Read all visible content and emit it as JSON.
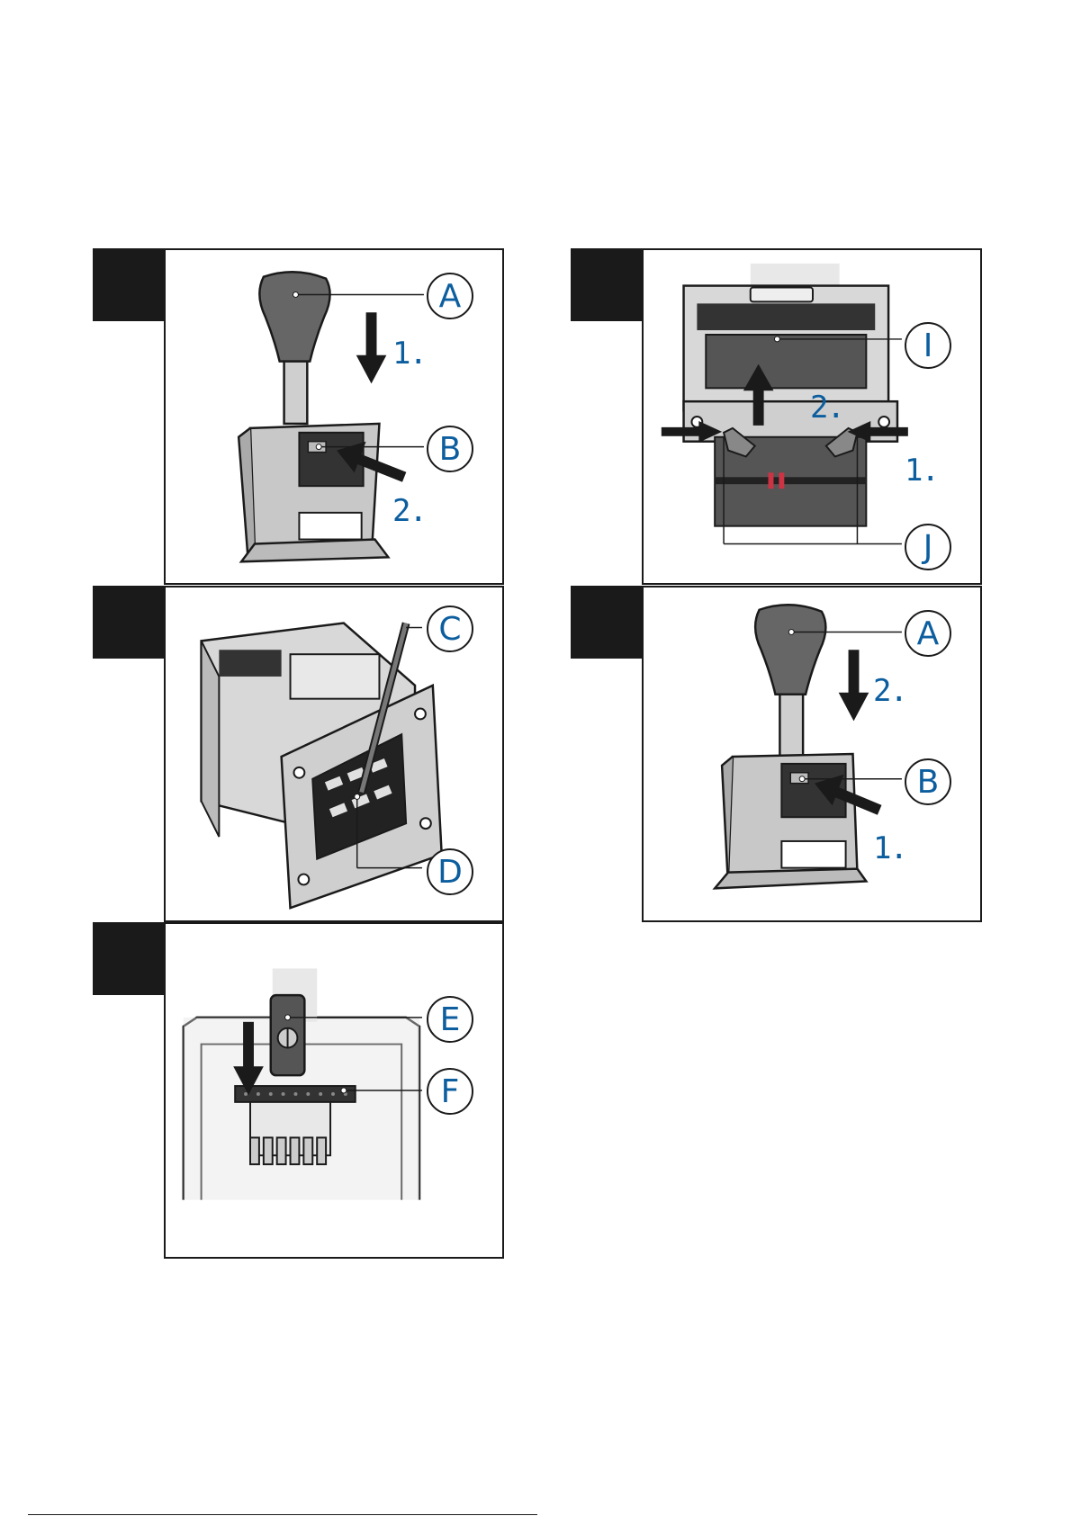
{
  "colors": {
    "step_blue": "#0c5e9f",
    "ink": "#1a1a1a",
    "grey_body": "#c8c8c8",
    "dark_grey": "#555555"
  },
  "callouts": {
    "a": "A",
    "b": "B",
    "c": "C",
    "d": "D",
    "e": "E",
    "f": "F",
    "i": "I",
    "j": "J"
  },
  "steps": {
    "p1_s1": "1.",
    "p1_s2": "2.",
    "p4_s1": "1.",
    "p4_s2": "2.",
    "p5_s1": "1.",
    "p5_s2": "2."
  }
}
